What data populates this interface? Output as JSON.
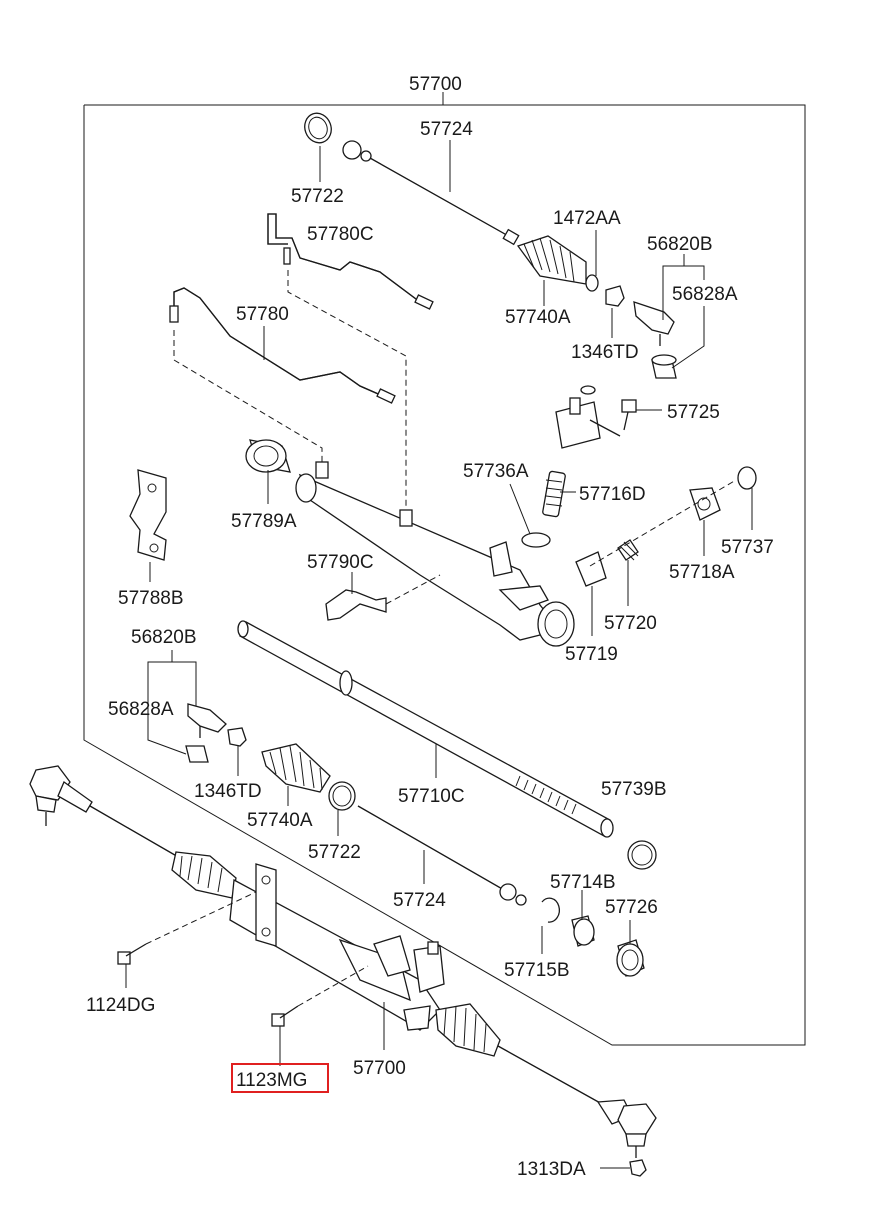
{
  "highlight_color": "#e02020",
  "labels": {
    "p57700_top": "57700",
    "p57724_top": "57724",
    "p57722_top": "57722",
    "p57780C": "57780C",
    "p1472AA": "1472AA",
    "p56820B_top": "56820B",
    "p56828A_top": "56828A",
    "p57780": "57780",
    "p57740A_top": "57740A",
    "p1346TD_top": "1346TD",
    "p57725": "57725",
    "p57736A": "57736A",
    "p57716D": "57716D",
    "p57789A": "57789A",
    "p57737": "57737",
    "p57718A": "57718A",
    "p57790C": "57790C",
    "p57788B": "57788B",
    "p57720": "57720",
    "p57719": "57719",
    "p56820B_mid": "56820B",
    "p56828A_mid": "56828A",
    "p1346TD_mid": "1346TD",
    "p57740A_mid": "57740A",
    "p57710C": "57710C",
    "p57739B": "57739B",
    "p57722_mid": "57722",
    "p57714B": "57714B",
    "p57724_mid": "57724",
    "p57726": "57726",
    "p57715B": "57715B",
    "p1124DG": "1124DG",
    "p1123MG": "1123MG",
    "p57700_bottom": "57700",
    "p1313DA": "1313DA"
  }
}
